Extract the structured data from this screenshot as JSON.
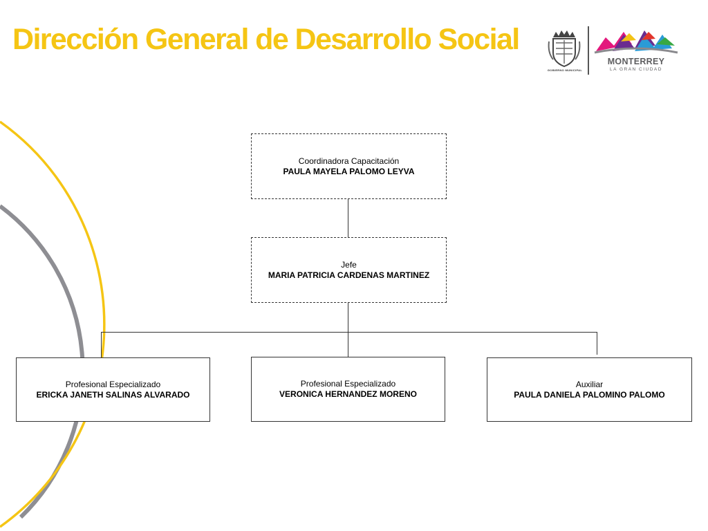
{
  "header": {
    "title": "Dirección General de Desarrollo Social",
    "logo": {
      "crest_caption": "GOBIERNO MUNICIPAL",
      "city_name": "MONTERREY",
      "tagline": "LA GRAN CIUDAD",
      "mark_colors": [
        "#e3187d",
        "#6a2c8f",
        "#2a9bd6",
        "#f3c316",
        "#e2352b",
        "#38a843"
      ]
    }
  },
  "org_chart": {
    "coordinator": {
      "role": "Coordinadora Capacitación",
      "name": "PAULA MAYELA PALOMO LEYVA"
    },
    "head": {
      "role": "Jefe",
      "name": "MARIA PATRICIA CARDENAS MARTINEZ"
    },
    "staff": [
      {
        "role": "Profesional Especializado",
        "name": "ERICKA JANETH SALINAS ALVARADO"
      },
      {
        "role": "Profesional Especializado",
        "name": "VERONICA HERNANDEZ MORENO"
      },
      {
        "role": "Auxiliar",
        "name": "PAULA DANIELA PALOMINO PALOMO"
      }
    ]
  },
  "theme": {
    "title_color": "#f5c514",
    "arc_yellow": "#f5c514",
    "arc_gray": "#8e8e93"
  }
}
